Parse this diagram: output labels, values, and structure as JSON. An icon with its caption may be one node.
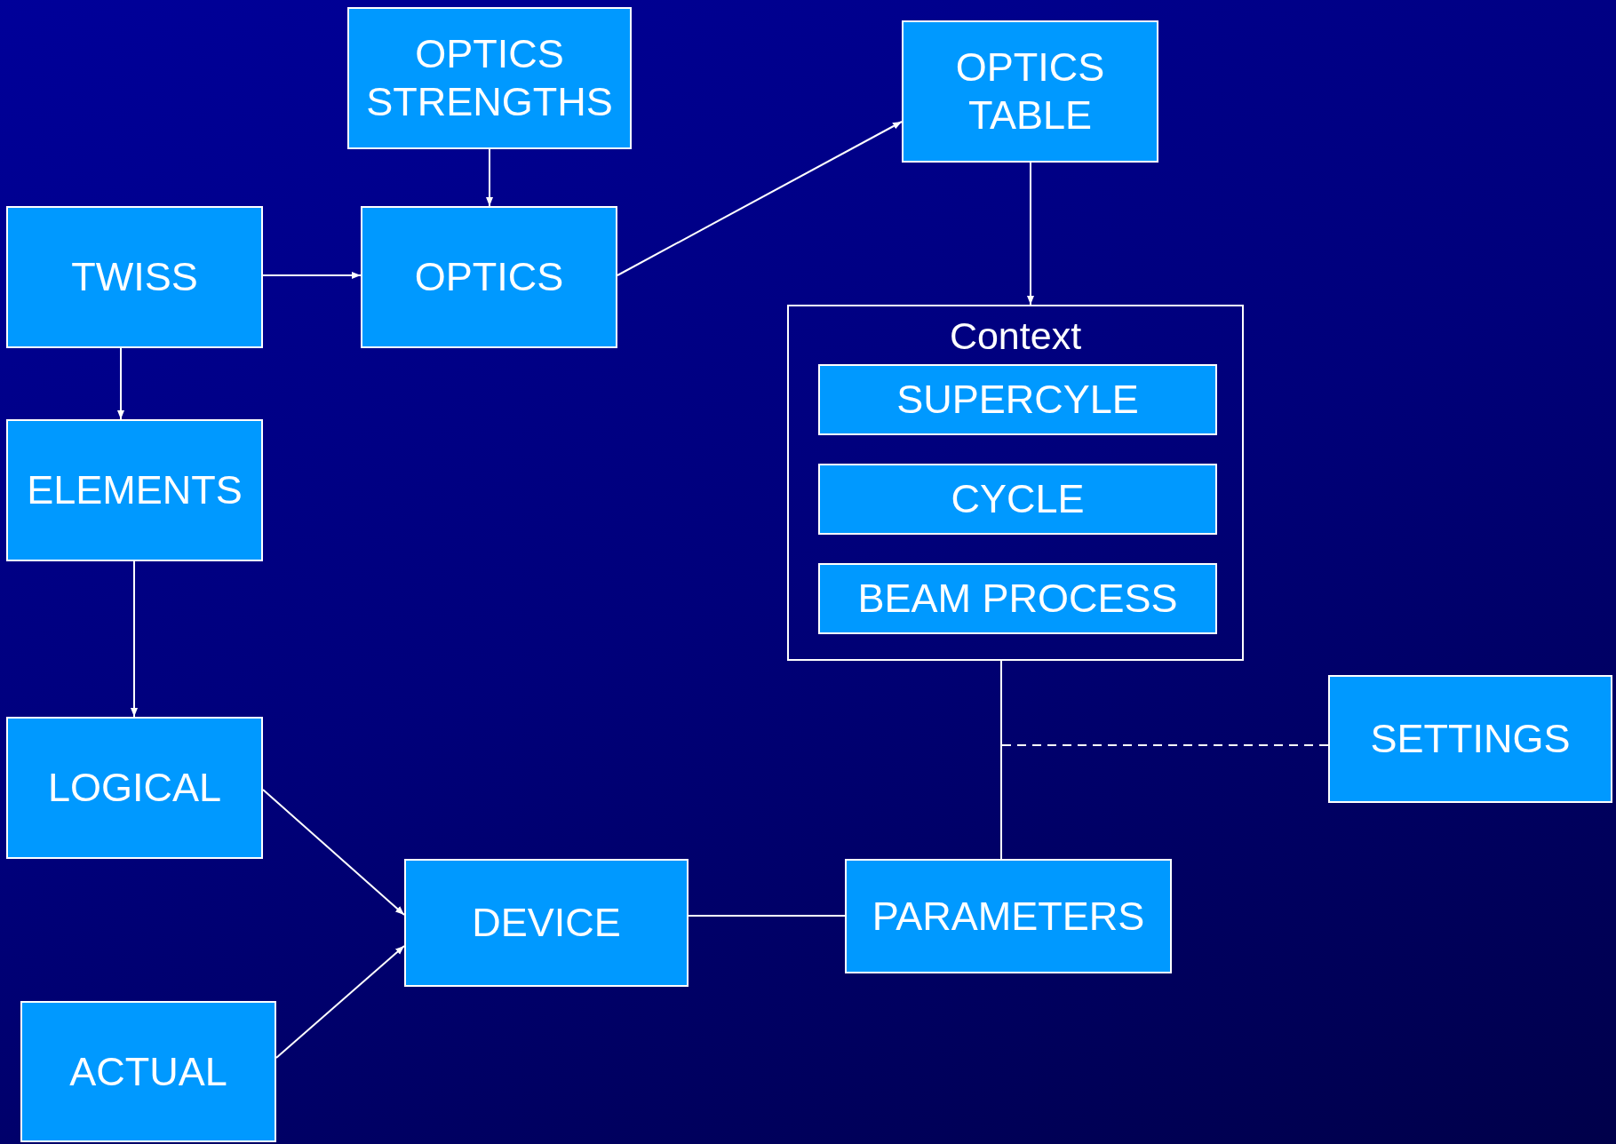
{
  "diagram": {
    "nodes": [
      {
        "text": [
          "OPTICS STRENGTHS"
        ]
      },
      {
        "text": [
          "OPTICS TABLE"
        ]
      },
      {
        "text": [
          "TWISS"
        ]
      },
      {
        "text": [
          "OPTICS"
        ]
      },
      {
        "text": [
          "Context"
        ]
      },
      {
        "text": [
          "SUPERCYLE"
        ],
        "in": 4
      },
      {
        "text": [
          "CYCLE"
        ],
        "in": 4
      },
      {
        "text": [
          "BEAM PROCESS"
        ],
        "in": 4
      },
      {
        "text": [
          "ELEMENTS"
        ]
      },
      {
        "text": [
          "LOGICAL"
        ]
      },
      {
        "text": [
          "SETTINGS"
        ]
      },
      {
        "text": [
          "DEVICE"
        ]
      },
      {
        "text": [
          "PARAMETERS"
        ]
      },
      {
        "text": [
          "ACTUAL"
        ]
      }
    ],
    "edges": [
      {
        "from": 0,
        "to": 3,
        "arrow": "to"
      },
      {
        "from": 2,
        "to": 3,
        "arrow": "to"
      },
      {
        "from": 3,
        "to": 1,
        "arrow": "to"
      },
      {
        "from": 1,
        "to": 4,
        "arrow": "to"
      },
      {
        "from": 2,
        "to": 8,
        "arrow": "to"
      },
      {
        "from": 8,
        "to": 9,
        "arrow": "to"
      },
      {
        "from": 9,
        "to": 11,
        "arrow": "to"
      },
      {
        "from": 13,
        "to": 11,
        "arrow": "to"
      },
      {
        "from": 11,
        "to": 12,
        "arrow": "none"
      },
      {
        "from": 4,
        "to": 12,
        "arrow": "none"
      },
      {
        "from": 10,
        "to": null,
        "arrow": "none",
        "style": "dashed"
      }
    ]
  }
}
